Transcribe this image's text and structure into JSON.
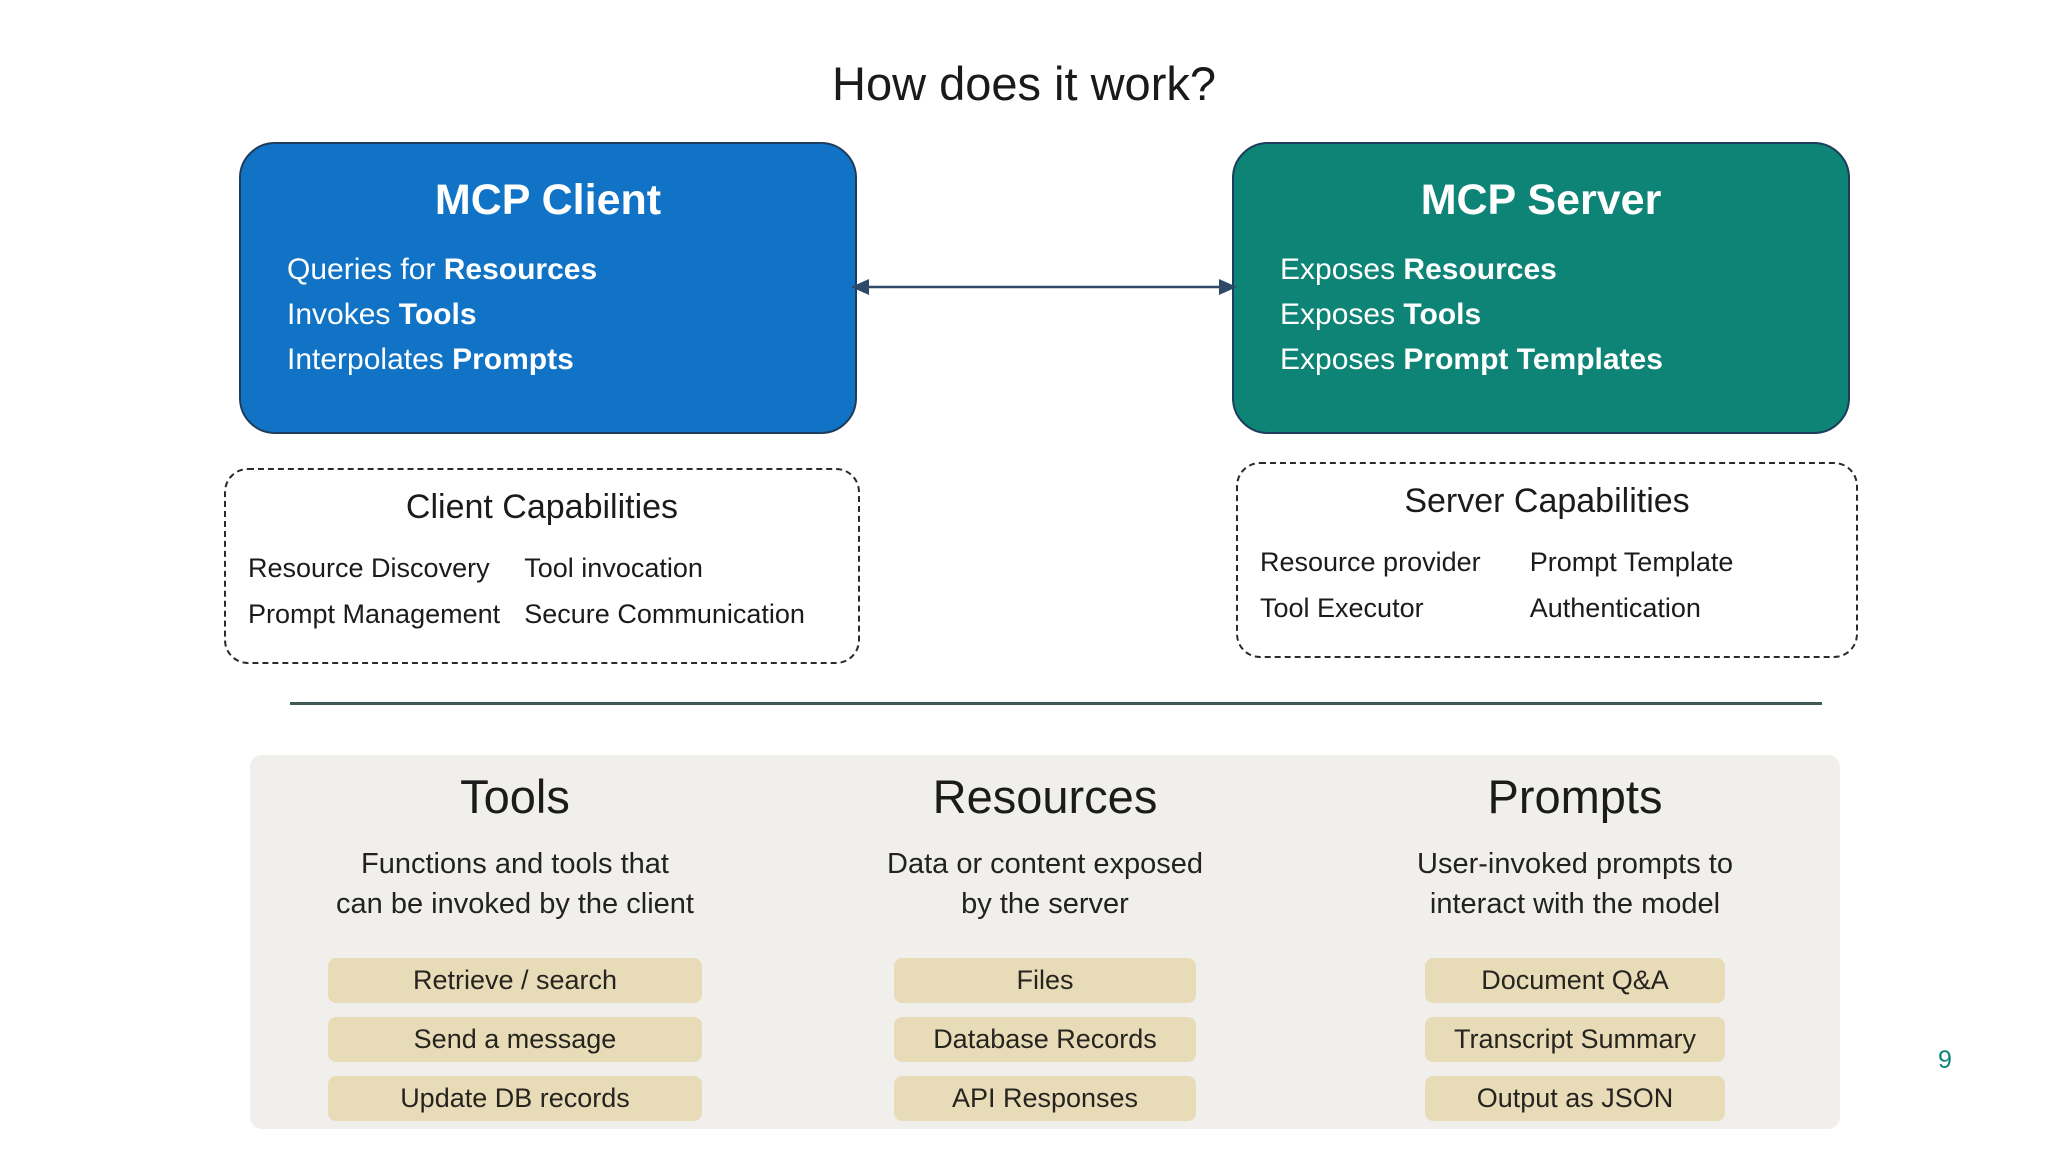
{
  "slide": {
    "title": "How does it work?",
    "page_number": "9"
  },
  "colors": {
    "client_blue": "#1173c5",
    "server_teal": "#0e8476",
    "arrow_navy": "#2e4a68",
    "button_tan": "#e8dcb8",
    "panel_gray": "#f0efeb",
    "divider": "#3d5b56",
    "page_number_teal": "#0e8476"
  },
  "client_box": {
    "title": "MCP Client",
    "lines": [
      {
        "prefix": "Queries for ",
        "bold": "Resources"
      },
      {
        "prefix": "Invokes ",
        "bold": "Tools"
      },
      {
        "prefix": "Interpolates ",
        "bold": "Prompts"
      }
    ]
  },
  "server_box": {
    "title": "MCP Server",
    "lines": [
      {
        "prefix": "Exposes ",
        "bold": "Resources"
      },
      {
        "prefix": "Exposes ",
        "bold": "Tools"
      },
      {
        "prefix": "Exposes ",
        "bold": "Prompt Templates"
      }
    ]
  },
  "client_capabilities": {
    "title": "Client Capabilities",
    "items": [
      "Resource Discovery",
      "Tool invocation",
      "Prompt Management",
      "Secure Communication"
    ]
  },
  "server_capabilities": {
    "title": "Server Capabilities",
    "items": [
      "Resource provider",
      "Prompt Template",
      "Tool Executor",
      "Authentication"
    ]
  },
  "bottom_panel": {
    "columns": [
      {
        "title": "Tools",
        "description": "Functions and tools that\ncan be invoked by the client",
        "buttons": [
          "Retrieve / search",
          "Send a message",
          "Update DB records"
        ]
      },
      {
        "title": "Resources",
        "description": "Data or content exposed\nby the server",
        "buttons": [
          "Files",
          "Database Records",
          "API Responses"
        ]
      },
      {
        "title": "Prompts",
        "description": "User-invoked prompts to\ninteract with the model",
        "buttons": [
          "Document Q&A",
          "Transcript Summary",
          "Output as JSON"
        ]
      }
    ]
  }
}
